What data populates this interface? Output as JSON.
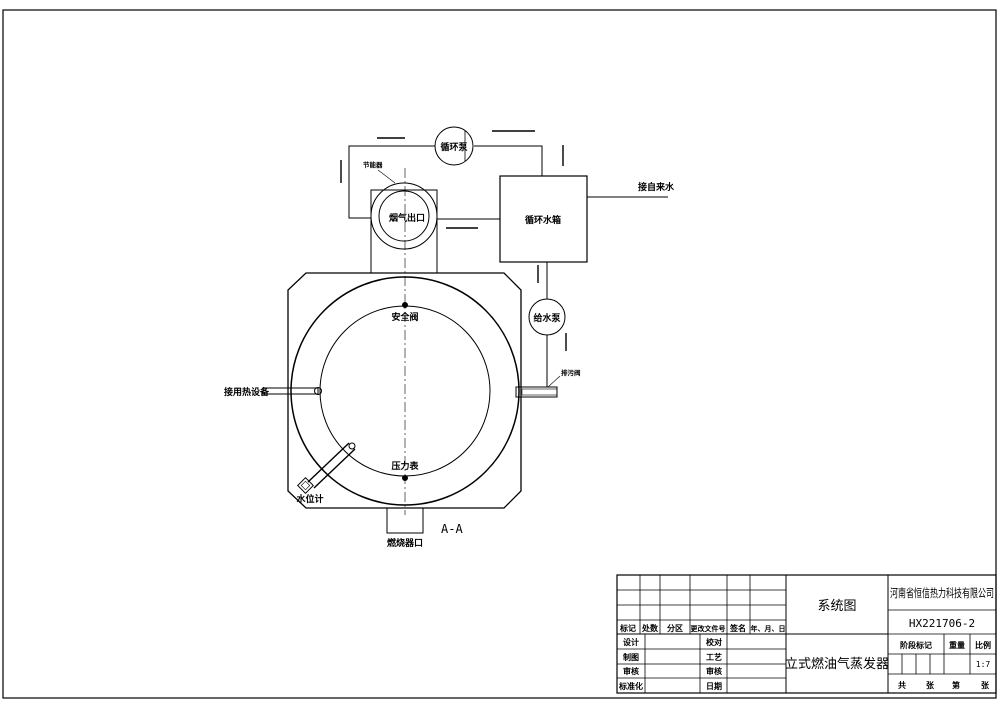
{
  "diagram": {
    "pump_circulation": "循环泵",
    "economizer": "节能器",
    "flue_outlet": "烟气出口",
    "tank": "循环水箱",
    "tap_water": "接自来水",
    "feed_pump": "给水泵",
    "safety_valve": "安全阀",
    "to_equipment": "接用热设备",
    "blowdown_valve": "排污阀",
    "pressure_gauge": "压力表",
    "water_level": "水位计",
    "burner_port": "燃烧器口",
    "section": "A-A"
  },
  "title_block": {
    "rev_headers": [
      "标记",
      "处数",
      "分区",
      "更改文件号",
      "签名",
      "年、月、日"
    ],
    "left_labels": [
      "设计",
      "制图",
      "审核",
      "标准化"
    ],
    "mid_labels": [
      "校对",
      "工艺",
      "审核",
      "日期"
    ],
    "drawing_name": "系统图",
    "product_name": "立式燃油气蒸发器",
    "company": "河南省恒信热力科技有限公司",
    "drawing_no": "HX221706-2",
    "stage_label": "阶段标记",
    "weight_label": "重量",
    "scale_label": "比例",
    "scale_value": "1:7",
    "total_label": "共",
    "sheets_label": "张",
    "sheet_no_label": "第",
    "sheet_label": "张"
  }
}
